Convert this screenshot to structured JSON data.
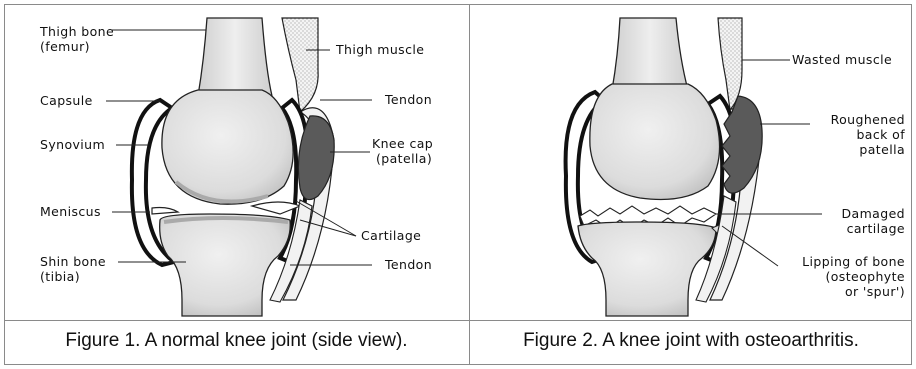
{
  "figure1": {
    "caption": "Figure 1. A normal knee joint (side view).",
    "labels": {
      "thigh_bone_1": "Thigh bone",
      "thigh_bone_2": "(femur)",
      "capsule": "Capsule",
      "synovium": "Synovium",
      "meniscus": "Meniscus",
      "shin_bone_1": "Shin bone",
      "shin_bone_2": "(tibia)",
      "thigh_muscle": "Thigh muscle",
      "tendon_top": "Tendon",
      "knee_cap_1": "Knee cap",
      "knee_cap_2": "(patella)",
      "cartilage": "Cartilage",
      "tendon_bottom": "Tendon"
    }
  },
  "figure2": {
    "caption": "Figure 2. A knee joint with osteoarthritis.",
    "labels": {
      "wasted_muscle": "Wasted muscle",
      "roughened_1": "Roughened",
      "roughened_2": "back of",
      "roughened_3": "patella",
      "damaged_1": "Damaged",
      "damaged_2": "cartilage",
      "lipping_1": "Lipping of bone",
      "lipping_2": "(osteophyte",
      "lipping_3": "or 'spur')"
    }
  },
  "colors": {
    "bone_fill": "#e4e4e4",
    "bone_shade": "#c8c8c8",
    "patella_fill": "#5a5a5a",
    "outline": "#222222",
    "border": "#8a8a8a"
  }
}
